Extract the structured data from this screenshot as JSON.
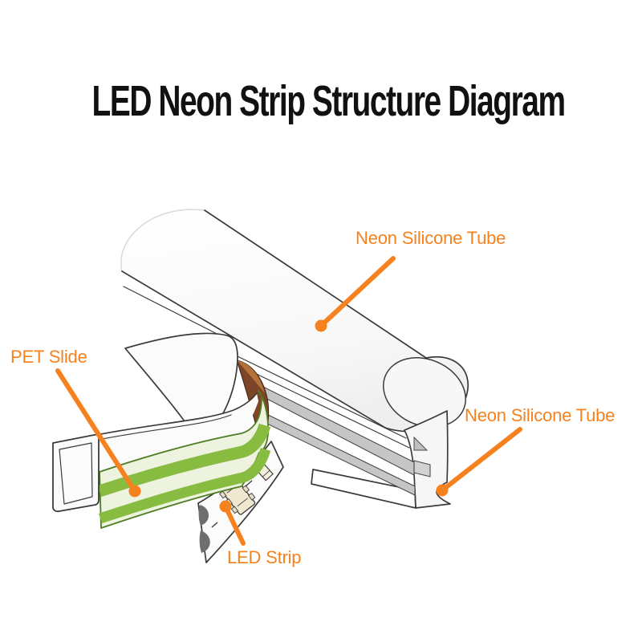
{
  "title": "LED Neon Strip Structure Diagram",
  "labels": {
    "tube_top": {
      "text": "Neon Silicone Tube"
    },
    "tube_right": {
      "text": "Neon Silicone Tube"
    },
    "pet_slide": {
      "text": "PET Slide"
    },
    "led_strip": {
      "text": "LED Strip"
    }
  },
  "colors": {
    "accent_orange": "#F5821F",
    "outline": "#3B3B3B",
    "title_black": "#111111",
    "green_stripe": "#87BC40",
    "green_edge": "#4E7D23",
    "pet_band_bg": "#EDF3DE",
    "groove_gray": "#C6C6C6",
    "brown_inner": "#7D4527",
    "tube_white": "#FBFBFB"
  }
}
